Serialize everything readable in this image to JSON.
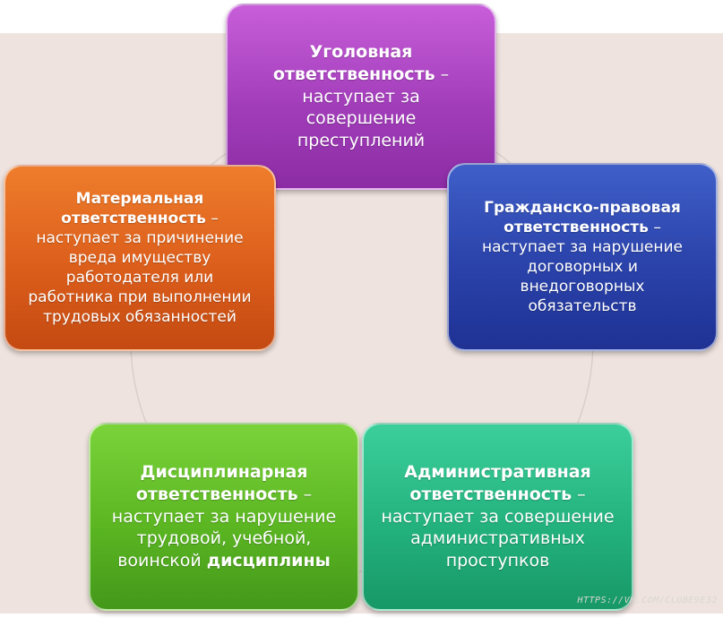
{
  "cards": {
    "criminal": {
      "title": "Уголовная ответственность",
      "text": " – наступает за совершение преступлений",
      "color": "#a23dba"
    },
    "material": {
      "title": "Материальная ответственность",
      "text": " – наступает за причинение вреда имуществу работодателя или работника при выполнении трудовых обязанностей",
      "color": "#dc5e1b"
    },
    "civil": {
      "title": "Гражданско-правовая ответственность",
      "text": " – наступает за нарушение договорных и внедоговорных обязательств",
      "color": "#2a42aa"
    },
    "disciplinary": {
      "title": "Дисциплинарная ответственность",
      "text_before": " – наступает за нарушение трудовой, учебной, воинской ",
      "emphasis": "дисциплины",
      "color": "#5bb622"
    },
    "administrative": {
      "title": "Административная ответственность",
      "text": " – наступает за совершение административных проступков",
      "color": "#23b27e"
    }
  },
  "watermark": "HTTPS://VK.COM/CLUBE9E32",
  "colors": {
    "backdrop": "#efe3df",
    "ring": "#d9cfc9"
  }
}
